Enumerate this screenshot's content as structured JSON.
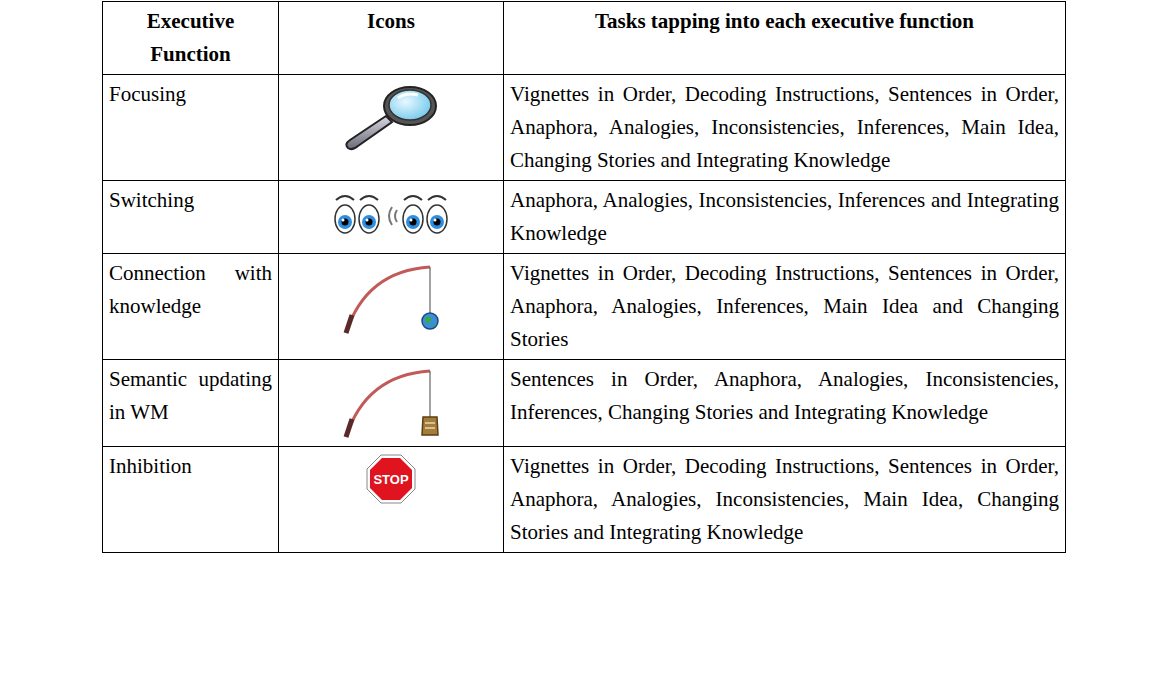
{
  "diagram": {
    "labels": [
      "Executive Function",
      "Icons",
      "Tasks tapping into each executive function",
      "Focusing",
      "Vignettes in Order, Decoding Instructions, Sentences in Order, Anaphora, Analogies, Inconsistencies, Inferences, Main Idea, Changing Stories and Integrating Knowledge",
      "Switching",
      "Anaphora, Analogies, Inconsistencies, Inferences and Integrating Knowledge",
      "Connection with knowledge",
      "Vignettes in Order, Decoding Instructions, Sentences in Order, Anaphora, Analogies, Inferences, Main Idea and Changing Stories",
      "Semantic updating in WM",
      "Sentences in Order, Anaphora, Analogies, Inconsistencies, Inferences, Changing Stories and Integrating Knowledge",
      "Inhibition",
      "STOP",
      "Vignettes in Order, Decoding Instructions, Sentences in Order, Anaphora, Analogies, Inconsistencies, Main Idea, Changing Stories and Integrating Knowledge"
    ]
  }
}
